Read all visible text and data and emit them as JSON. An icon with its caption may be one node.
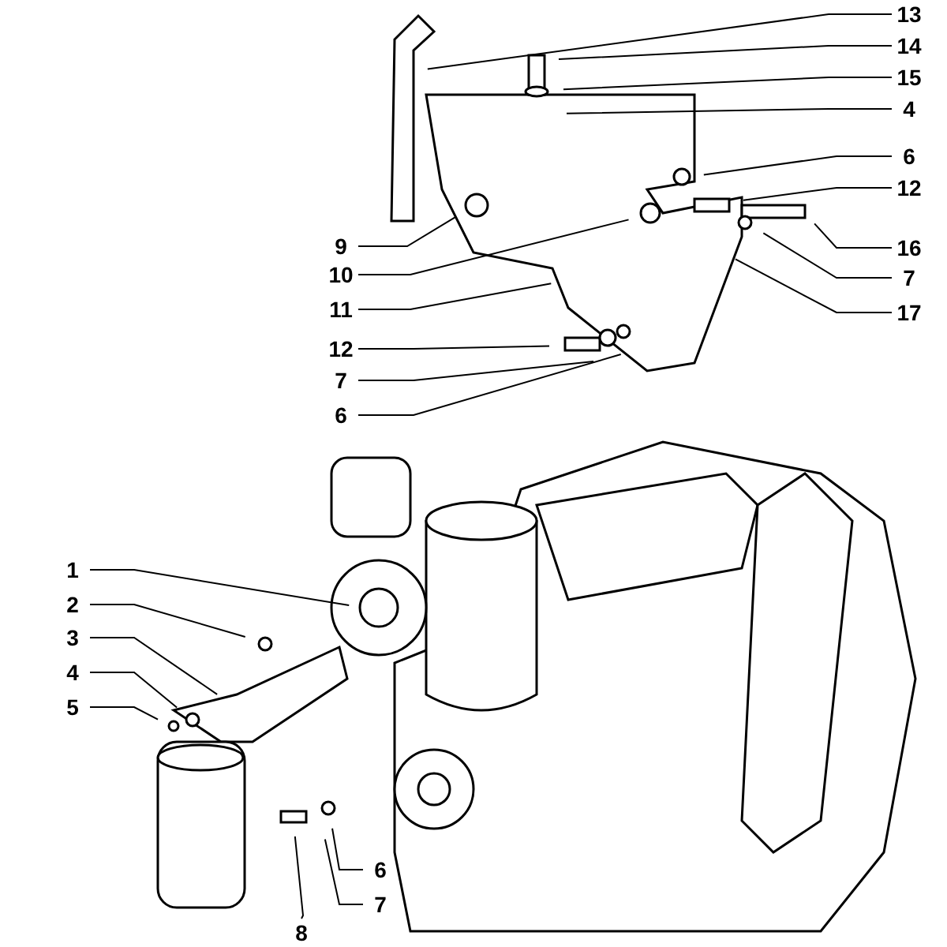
{
  "diagram": {
    "nodes": [
      {
        "text": [
          "13"
        ]
      },
      {
        "text": [
          "14"
        ]
      },
      {
        "text": [
          "15"
        ]
      },
      {
        "text": [
          "4"
        ]
      },
      {
        "text": [
          "6"
        ]
      },
      {
        "text": [
          "12"
        ]
      },
      {
        "text": [
          "9"
        ]
      },
      {
        "text": [
          "16"
        ]
      },
      {
        "text": [
          "10"
        ]
      },
      {
        "text": [
          "7"
        ]
      },
      {
        "text": [
          "11"
        ]
      },
      {
        "text": [
          "17"
        ]
      },
      {
        "text": [
          "12"
        ]
      },
      {
        "text": [
          "7"
        ]
      },
      {
        "text": [
          "6"
        ]
      },
      {
        "text": [
          "1"
        ]
      },
      {
        "text": [
          "2"
        ]
      },
      {
        "text": [
          "3"
        ]
      },
      {
        "text": [
          "4"
        ]
      },
      {
        "text": [
          "5"
        ]
      },
      {
        "text": [
          "6"
        ]
      },
      {
        "text": [
          "7"
        ]
      },
      {
        "text": [
          "8"
        ]
      }
    ],
    "edges": [
      {
        "from": 0,
        "to": null,
        "arrow": "none"
      },
      {
        "from": 1,
        "to": null,
        "arrow": "none"
      },
      {
        "from": 2,
        "to": null,
        "arrow": "none"
      },
      {
        "from": 3,
        "to": null,
        "arrow": "none"
      },
      {
        "from": 4,
        "to": null,
        "arrow": "none"
      },
      {
        "from": 5,
        "to": null,
        "arrow": "none"
      },
      {
        "from": 6,
        "to": null,
        "arrow": "none"
      },
      {
        "from": 7,
        "to": null,
        "arrow": "none"
      },
      {
        "from": 8,
        "to": null,
        "arrow": "none"
      },
      {
        "from": 9,
        "to": null,
        "arrow": "none"
      },
      {
        "from": 10,
        "to": null,
        "arrow": "none"
      },
      {
        "from": 11,
        "to": null,
        "arrow": "none"
      },
      {
        "from": 12,
        "to": null,
        "arrow": "none"
      },
      {
        "from": 13,
        "to": null,
        "arrow": "none"
      },
      {
        "from": 14,
        "to": null,
        "arrow": "none"
      },
      {
        "from": 15,
        "to": null,
        "arrow": "none"
      },
      {
        "from": 16,
        "to": null,
        "arrow": "none"
      },
      {
        "from": 17,
        "to": null,
        "arrow": "none"
      },
      {
        "from": 18,
        "to": null,
        "arrow": "none"
      },
      {
        "from": 19,
        "to": null,
        "arrow": "none"
      },
      {
        "from": 20,
        "to": null,
        "arrow": "none"
      },
      {
        "from": 21,
        "to": null,
        "arrow": "none"
      },
      {
        "from": 22,
        "to": null,
        "arrow": "none"
      }
    ]
  }
}
